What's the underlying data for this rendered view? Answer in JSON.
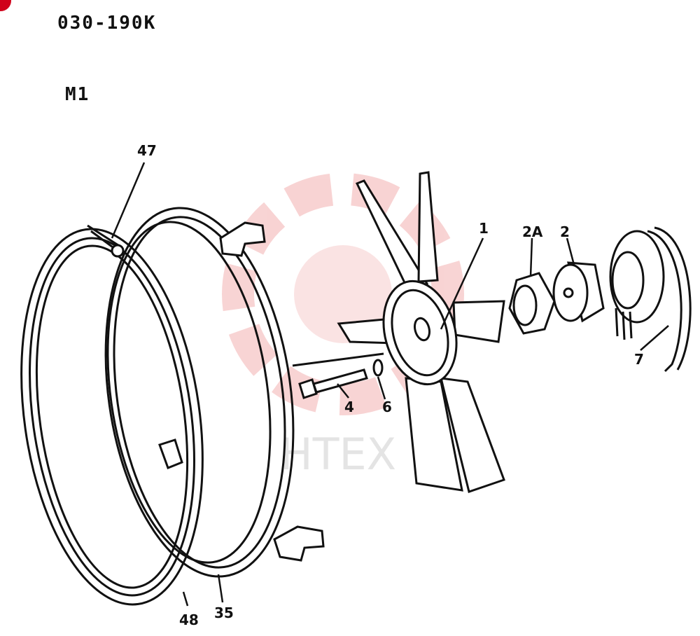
{
  "header": {
    "doc_code": "030-190K",
    "sheet_id": "M1"
  },
  "watermark": {
    "text": "HTEX",
    "color": "#f2a9a9"
  },
  "labels": {
    "p47": "47",
    "p1": "1",
    "p2a": "2A",
    "p2": "2",
    "p7": "7",
    "p4": "4",
    "p6": "6",
    "p48": "48",
    "p35": "35"
  },
  "colors": {
    "line": "#111111",
    "accent_dot": "#d0021b"
  }
}
